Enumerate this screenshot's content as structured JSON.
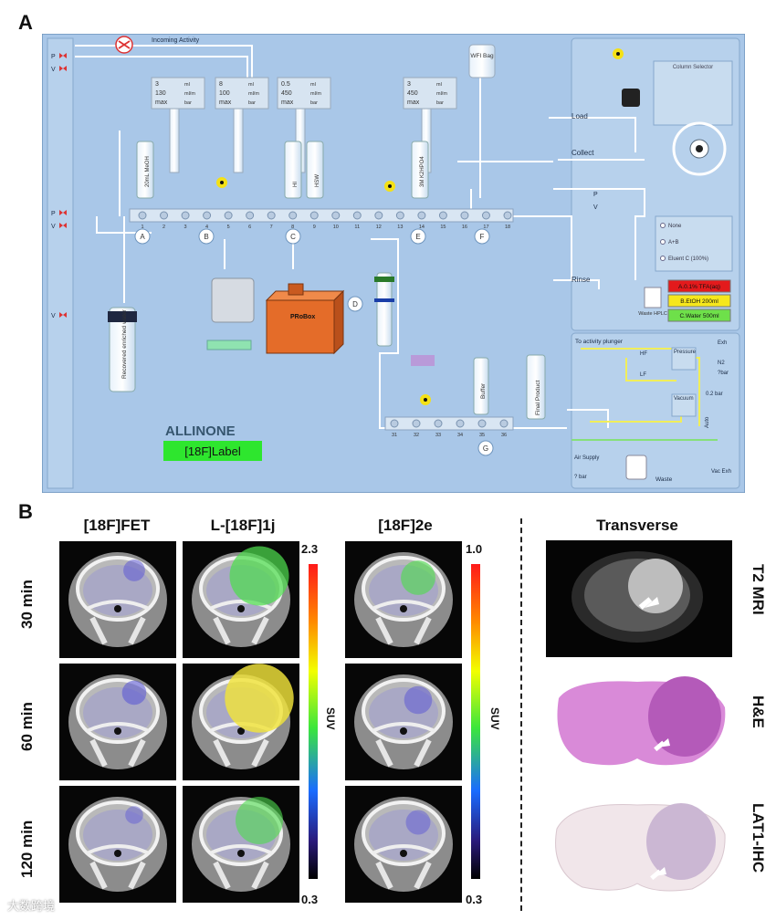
{
  "panel_a": {
    "letter": "A",
    "incoming_activity": "Incoming Activity",
    "left_valves": [
      "P",
      "V",
      "P",
      "V",
      "V"
    ],
    "syringe_displays": [
      {
        "top": "3",
        "mid": "130",
        "bot": "max",
        "u1": "ml",
        "u2": "ml/m",
        "u3": "bar"
      },
      {
        "top": "8",
        "mid": "100",
        "bot": "max",
        "u1": "ml",
        "u2": "ml/m",
        "u3": "bar"
      },
      {
        "top": "0.5",
        "mid": "450",
        "bot": "max",
        "u1": "ml",
        "u2": "ml/m",
        "u3": "bar"
      },
      {
        "top": "3",
        "mid": "450",
        "bot": "max",
        "u1": "ml",
        "u2": "ml/m",
        "u3": "bar"
      }
    ],
    "wfi_bag": "WFI Bag",
    "vials": [
      "20mL MeOH",
      "HI",
      "HSW",
      "3M K2HPO4"
    ],
    "manifold_positions": [
      "1",
      "2",
      "3",
      "4",
      "5",
      "6",
      "7",
      "8",
      "9",
      "10",
      "11",
      "12",
      "13",
      "14",
      "15",
      "16",
      "17",
      "18"
    ],
    "manifold_groups": [
      "A",
      "B",
      "C",
      "D",
      "E",
      "F"
    ],
    "probox": "PRoBox",
    "recovered_water": "Recovered enriched water",
    "right_labels": {
      "load": "Load",
      "collect": "Collect",
      "rinse": "Rinse",
      "p": "P",
      "v": "V"
    },
    "column_selector": "Column Selector",
    "hplc_options": [
      "None",
      "A+B",
      "Eluent C (100%)"
    ],
    "waste_hplc": "Waste HPLC",
    "solvents": [
      {
        "label": "A.0.1% TFA(aq)",
        "color": "#e31a1c"
      },
      {
        "label": "B.EtOH 200ml",
        "color": "#f6e71c"
      },
      {
        "label": "C.Water 500ml",
        "color": "#6ee04a"
      }
    ],
    "lower_manifold": [
      "31",
      "32",
      "33",
      "34",
      "35",
      "36"
    ],
    "lower_group": "G",
    "buffer": "Buffer",
    "final_product": "Final Product",
    "to_plunger": "To activity plunger",
    "hf": "HF",
    "lf": "LF",
    "pressure": "Pressure",
    "vacuum": "Vacuum",
    "vac_val": "0.2 bar",
    "exh": "Exh",
    "n2": "N2",
    "n2_val": "?bar",
    "auto": "Auto",
    "vac_exh": "Vac Exh",
    "waste": "Waste",
    "air_supply": "Air Supply",
    "air_val": "? bar",
    "brand_name": "ALLINONE",
    "brand_label": "[18F]Label"
  },
  "panel_b": {
    "letter": "B",
    "columns": [
      "[18F]FET",
      "L-[18F]1j",
      "[18F]2e"
    ],
    "rows": [
      "30 min",
      "60 min",
      "120 min"
    ],
    "colorbar1": {
      "max": "2.3",
      "min": "0.3",
      "label": "SUV"
    },
    "colorbar2": {
      "max": "1.0",
      "min": "0.3",
      "label": "SUV"
    },
    "transverse": "Transverse",
    "histology": [
      "T2 MRI",
      "H&E",
      "LAT1-IHC"
    ]
  },
  "scan_uptake": [
    [
      0.35,
      0.75,
      0.55
    ],
    [
      0.45,
      0.95,
      0.35
    ],
    [
      0.2,
      0.5,
      0.25
    ]
  ],
  "colors": {
    "diagram_bg": "#a9c7e8",
    "tube": "#ffffff",
    "probox": "#e46c29",
    "brand_green": "#2ee62e"
  },
  "watermark": "大数跨境"
}
